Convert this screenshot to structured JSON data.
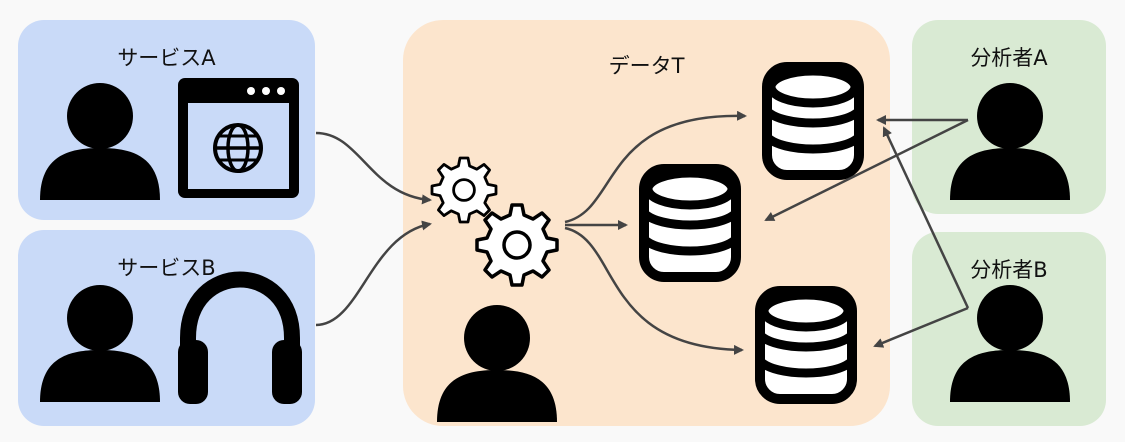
{
  "colors": {
    "service_bg": "#c9daf8",
    "team_bg": "#fce5cd",
    "analyst_bg": "#d9ead3",
    "icon": "#000000",
    "arrow": "#444444"
  },
  "panels": {
    "service_a": {
      "title": "サービスA",
      "icons": [
        "person-icon",
        "web-browser-icon"
      ]
    },
    "service_b": {
      "title": "サービスB",
      "icons": [
        "person-icon",
        "headphones-icon"
      ]
    },
    "data_team": {
      "title": "データT",
      "icons": [
        "gears-icon",
        "person-icon",
        "database-icon",
        "database-icon",
        "database-icon"
      ]
    },
    "analyst_a": {
      "title": "分析者A",
      "icons": [
        "person-icon"
      ]
    },
    "analyst_b": {
      "title": "分析者B",
      "icons": [
        "person-icon"
      ]
    }
  }
}
